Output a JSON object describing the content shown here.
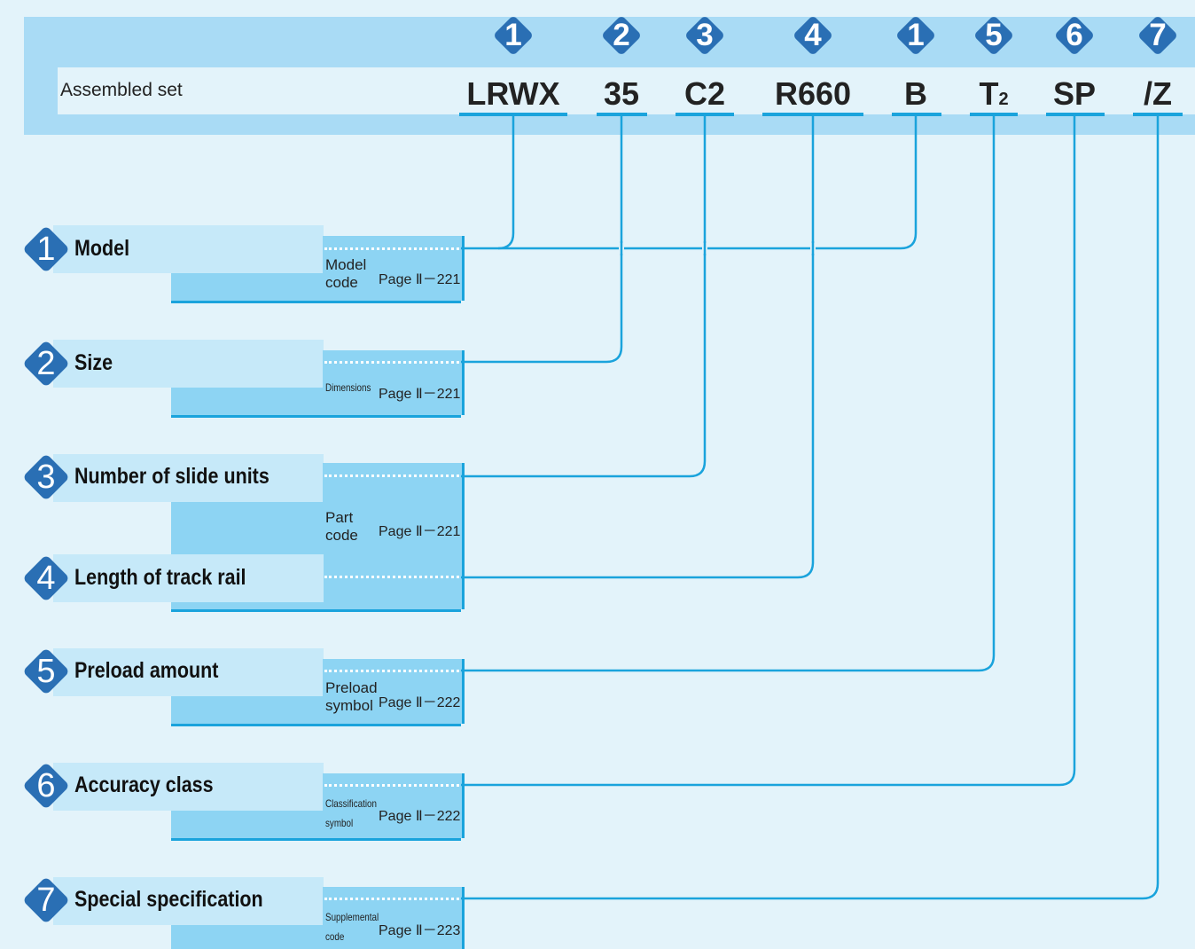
{
  "header": {
    "assembled_label": "Assembled set",
    "codes": [
      {
        "badge": "1",
        "text": "LRWX"
      },
      {
        "badge": "2",
        "text": "35"
      },
      {
        "badge": "3",
        "text": "C2"
      },
      {
        "badge": "4",
        "text": "R660"
      },
      {
        "badge": "1",
        "text": "B"
      },
      {
        "badge": "5",
        "text": "T",
        "sub": "2"
      },
      {
        "badge": "6",
        "text": "SP"
      },
      {
        "badge": "7",
        "text": "/Z"
      }
    ]
  },
  "items": [
    {
      "num": "1",
      "label": "Model",
      "category": "Model code",
      "page": "Page Ⅱ－221"
    },
    {
      "num": "2",
      "label": "Size",
      "category": "Dimensions",
      "page": "Page Ⅱ－221"
    },
    {
      "num": "3",
      "label": "Number of slide units",
      "category": "Part code",
      "page": "Page Ⅱ－221"
    },
    {
      "num": "4",
      "label": "Length of track rail"
    },
    {
      "num": "5",
      "label": "Preload amount",
      "category": "Preload symbol",
      "page": "Page Ⅱ－222"
    },
    {
      "num": "6",
      "label": "Accuracy class",
      "category": "Classification symbol",
      "page": "Page Ⅱ－222"
    },
    {
      "num": "7",
      "label": "Special specification",
      "category": "Supplemental code",
      "page": "Page Ⅱ－223"
    }
  ],
  "colors": {
    "accent": "#1aa3dc",
    "badge": "#2a6fb4",
    "band": "#a9dbf5",
    "panel": "#8dd4f3"
  }
}
